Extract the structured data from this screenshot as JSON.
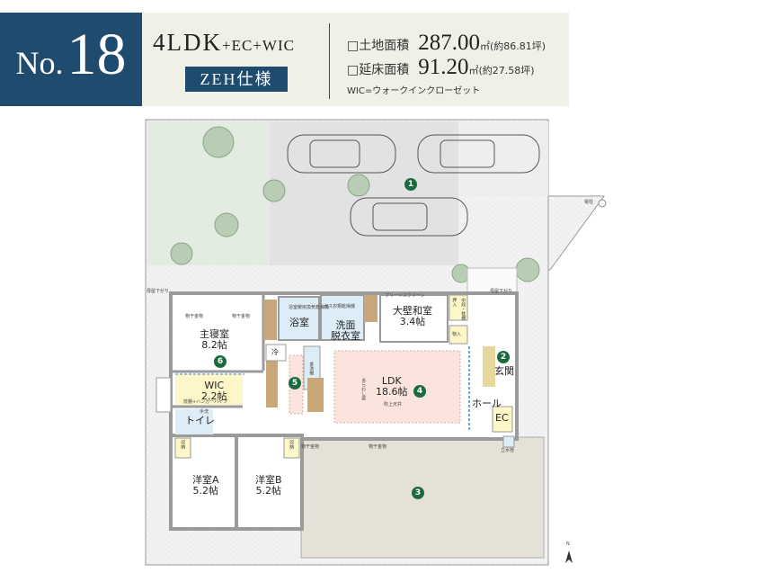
{
  "header": {
    "no_prefix": "No.",
    "number": "18",
    "layout_type": "4LDK",
    "layout_extra": "+EC+WIC",
    "badge": "ZEH仕様",
    "land_area_label": "□土地面積",
    "land_area_value": "287.00",
    "land_area_unit": "㎡(約86.81坪)",
    "floor_area_label": "□延床面積",
    "floor_area_value": "91.20",
    "floor_area_unit": "㎡(約27.58坪)",
    "note": "WIC=ウォークインクローゼット"
  },
  "colors": {
    "brand": "#1f4b6e",
    "marker": "#1b6b3f",
    "lawn": "#e3ece0",
    "parking": "#e2e2e2",
    "terrace": "#e6e1d6",
    "bath": "#dcedf7",
    "wic": "#fdf6c8",
    "ldk_zone": "#fbe3de"
  },
  "rooms": {
    "master": {
      "name": "主寝室",
      "size": "8.2帖"
    },
    "wic": {
      "name": "WIC",
      "size": "2.2帖"
    },
    "toilet": {
      "name": "トイレ"
    },
    "room_a": {
      "name": "洋室A",
      "size": "5.2帖"
    },
    "room_b": {
      "name": "洋室B",
      "size": "5.2帖"
    },
    "bath": {
      "name": "浴室"
    },
    "washroom": {
      "name": "洗面\n脱衣室"
    },
    "washroom_l1": "洗面",
    "washroom_l2": "脱衣室",
    "washitsu": {
      "name": "大壁和室",
      "size": "3.4帖"
    },
    "ldk": {
      "name": "LDK",
      "size": "18.6帖"
    },
    "hall": {
      "name": "ホール"
    },
    "genkan": {
      "name": "玄関"
    },
    "ec": {
      "name": "EC"
    }
  },
  "small_labels": {
    "monohoshi": "物干金物",
    "eaves": "母屋下がり",
    "fridge": "冷",
    "dishwasher": "食洗機",
    "gas_dryer": "ガス衣類乾燥機",
    "bath_dryer": "浴室暖房換気乾燥機",
    "pleats": "プリーツスクリーン",
    "oshiire": "押入",
    "makura": "中段・枕棚",
    "monoire": "物入",
    "shuno": "収納",
    "fukiage": "吹上天井",
    "arawashi": "あらわし梁",
    "wic_pipe": "枕棚+ハンガーパイプ",
    "tearai": "手洗",
    "faucet": "立水栓",
    "pole": "電柱",
    "north": "N"
  },
  "markers": [
    "1",
    "2",
    "3",
    "4",
    "5",
    "6"
  ]
}
